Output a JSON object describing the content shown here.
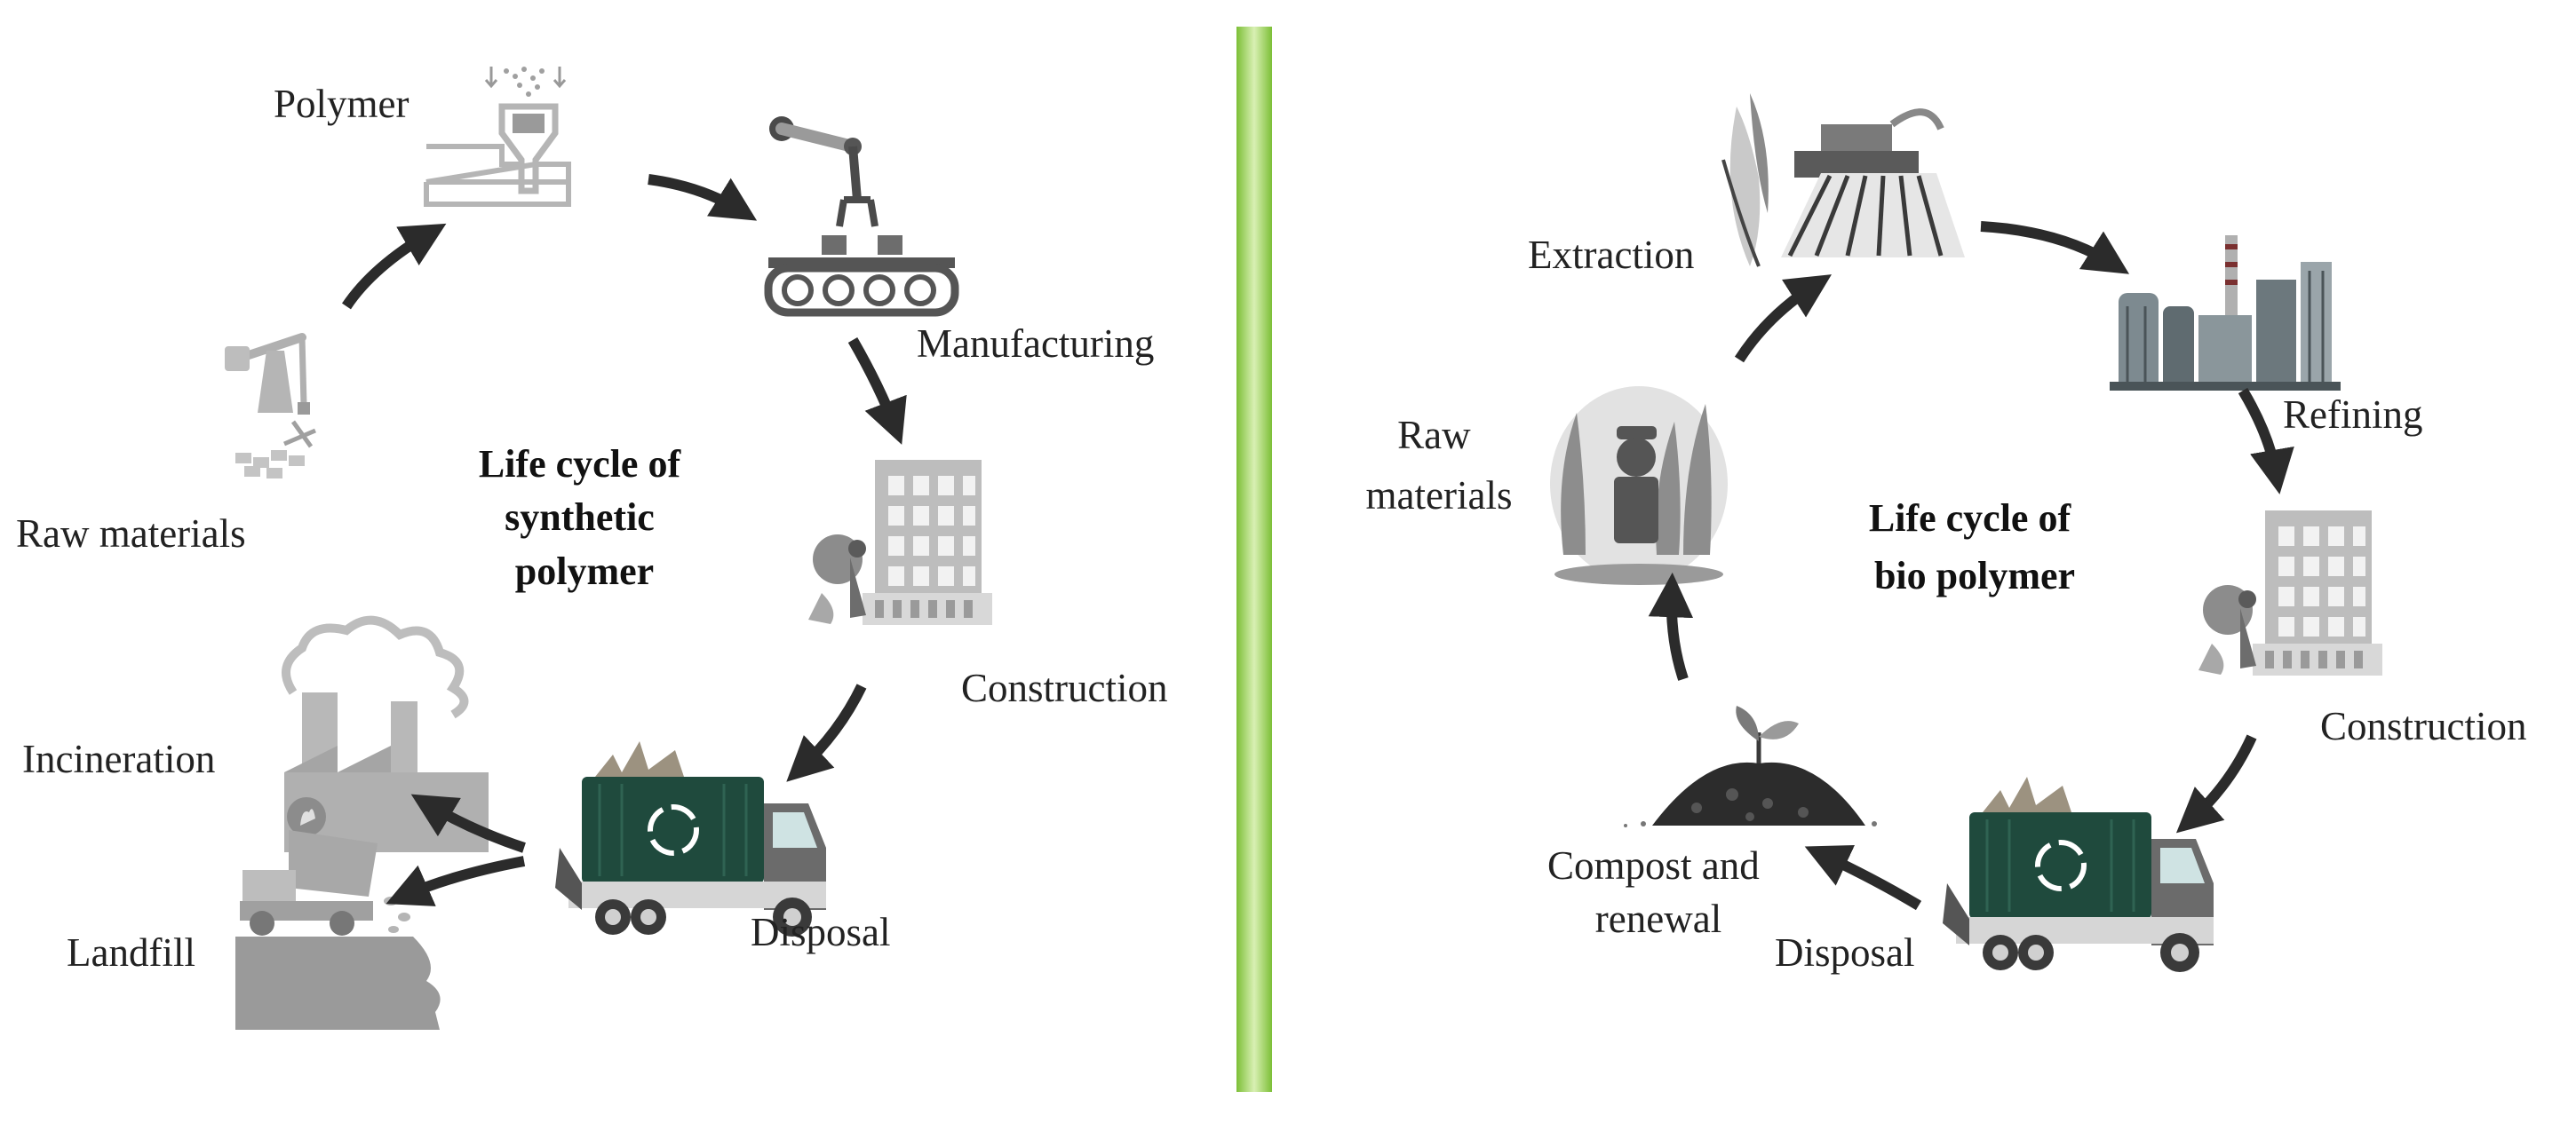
{
  "colors": {
    "divider": "#8fcc4a",
    "arrow": "#2b2b2b",
    "icon_light": "#bfbfbf",
    "icon_mid": "#8a8a8a",
    "icon_dark": "#4a4a4a",
    "truck_body": "#1f4a3d"
  },
  "synthetic": {
    "title": [
      "Life cycle of",
      "synthetic",
      "polymer"
    ],
    "stages": {
      "polymer": "Polymer",
      "manufacturing": "Manufacturing",
      "construction": "Construction",
      "disposal": "Disposal",
      "incineration": "Incineration",
      "landfill": "Landfill",
      "raw_materials": "Raw materials"
    }
  },
  "bio": {
    "title": [
      "Life cycle of",
      "bio polymer"
    ],
    "stages": {
      "extraction": "Extraction",
      "refining": "Refining",
      "construction": "Construction",
      "disposal": "Disposal",
      "compost": [
        "Compost and",
        "renewal"
      ],
      "raw_materials": [
        "Raw",
        "materials"
      ]
    }
  },
  "icons": {
    "left": [
      "polymer-hopper-icon",
      "robot-arm-conveyor-icon",
      "building-construction-icon",
      "garbage-truck-icon",
      "incineration-factory-icon",
      "landfill-dump-truck-icon",
      "oil-pump-icon"
    ],
    "right": [
      "corn-harvest-icon",
      "refinery-icon",
      "building-construction-icon",
      "garbage-truck-icon",
      "compost-sprout-icon",
      "corn-field-farmer-icon"
    ]
  }
}
